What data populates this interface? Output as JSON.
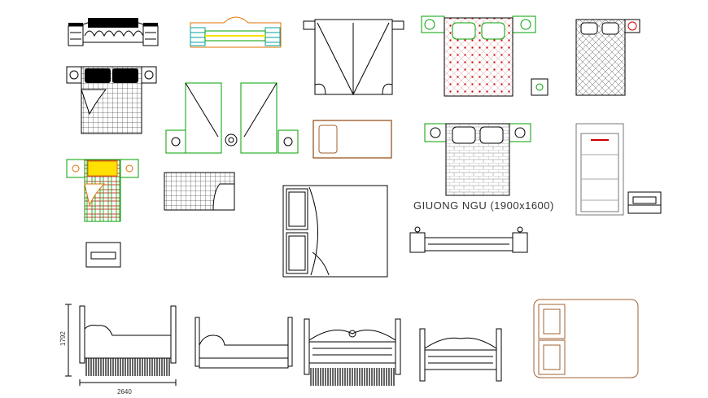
{
  "drawing": {
    "caption": "GIUONG NGU (1900x1600)",
    "dimension_height": "1792",
    "dimension_width": "2640"
  },
  "colors": {
    "line": "#000000",
    "green": "#00a000",
    "red": "#d00000",
    "orange": "#e07000",
    "yellow": "#ffe000",
    "brown": "#a06030",
    "gray": "#777777",
    "cyan": "#00a0a0",
    "pink": "#e02080"
  }
}
